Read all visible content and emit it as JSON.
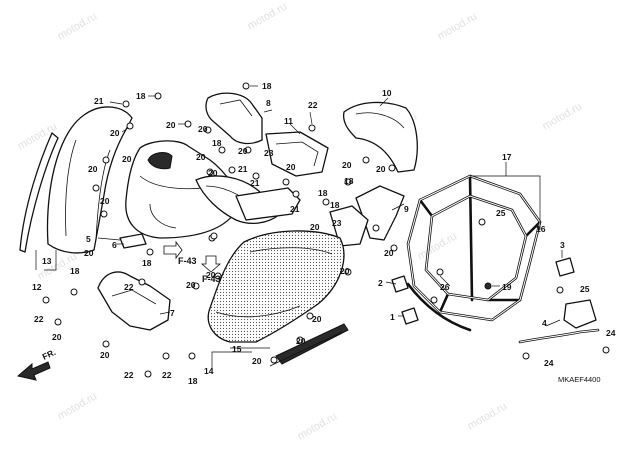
{
  "watermark": "motod.ru",
  "diagram_code": "MKAEF4400",
  "front_indicator": "FR.",
  "ref_labels": [
    "F-43",
    "F-43"
  ],
  "callouts": {
    "c1": "1",
    "c2": "2",
    "c3": "3",
    "c4": "4",
    "c5": "5",
    "c6": "6",
    "c7": "7",
    "c8": "8",
    "c9": "9",
    "c10": "10",
    "c11": "11",
    "c12": "12",
    "c13": "13",
    "c14": "14",
    "c15": "15",
    "c16": "16",
    "c17": "17",
    "c19": "19",
    "c18a": "18",
    "c18b": "18",
    "c18c": "18",
    "c18d": "18",
    "c18e": "18",
    "c18f": "18",
    "c18g": "18",
    "c18h": "18",
    "c18i": "18",
    "c20a": "20",
    "c20b": "20",
    "c20c": "20",
    "c20d": "20",
    "c20e": "20",
    "c20f": "20",
    "c20g": "20",
    "c20h": "20",
    "c20i": "20",
    "c20j": "20",
    "c20k": "20",
    "c20l": "20",
    "c20m": "20",
    "c20n": "20",
    "c20o": "20",
    "c20p": "20",
    "c20q": "20",
    "c20r": "20",
    "c20s": "20",
    "c20t": "20",
    "c20u": "20",
    "c20v": "20",
    "c20w": "20",
    "c21a": "21",
    "c21b": "21",
    "c21c": "21",
    "c21d": "21",
    "c22a": "22",
    "c22b": "22",
    "c22c": "22",
    "c22d": "22",
    "c22e": "22",
    "c23a": "23",
    "c23b": "23",
    "c24a": "24",
    "c24b": "24",
    "c25a": "25",
    "c25b": "25",
    "c26": "26"
  }
}
